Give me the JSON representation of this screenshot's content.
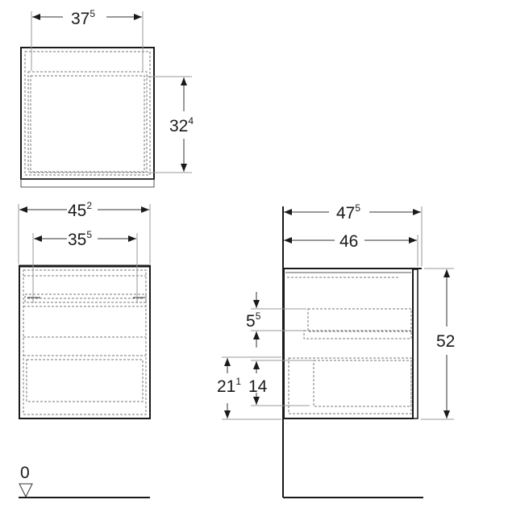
{
  "drawing": {
    "top_view": {
      "width_dim": {
        "main": "37",
        "sup": "5"
      },
      "depth_dim": {
        "main": "32",
        "sup": "4"
      }
    },
    "front_view": {
      "outer_width_dim": {
        "main": "45",
        "sup": "2"
      },
      "inner_width_dim": {
        "main": "35",
        "sup": "5"
      }
    },
    "side_view": {
      "total_depth_dim": {
        "main": "47",
        "sup": "5"
      },
      "body_depth_dim": {
        "main": "46",
        "sup": ""
      },
      "height_dim": {
        "main": "52",
        "sup": ""
      },
      "drawer_gap_dim": {
        "main": "5",
        "sup": "5"
      },
      "lower_dim_a": {
        "main": "21",
        "sup": "1"
      },
      "lower_dim_b": {
        "main": "14",
        "sup": ""
      }
    },
    "floor_level": {
      "label": "0"
    }
  }
}
